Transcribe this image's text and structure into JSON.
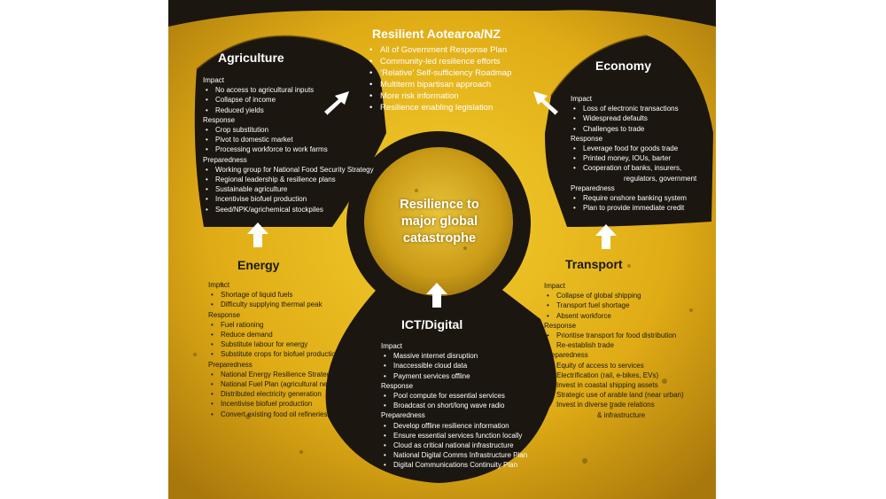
{
  "colors": {
    "yellow": "#e6b41a",
    "black": "#1b1610",
    "white": "#ffffff"
  },
  "center": {
    "lines": [
      "Resilience to",
      "major global",
      "catastrophe"
    ]
  },
  "nz": {
    "title": "Resilient Aotearoa/NZ",
    "items": [
      "All of Government Response Plan",
      "Community-led resilience efforts",
      "‘Relative’ Self-sufficiency Roadmap",
      "Multiterm bipartisan approach",
      "More risk information",
      "Resilience enabling legislation"
    ]
  },
  "agriculture": {
    "title": "Agriculture",
    "impact_h": "Impact",
    "impact": [
      "No access to agricultural inputs",
      "Collapse of income",
      "Reduced yields"
    ],
    "response_h": "Response",
    "response": [
      "Crop substitution",
      "Pivot to domestic market",
      "Processing workforce to work farms"
    ],
    "prep_h": "Preparedness",
    "prep": [
      "Working group for National Food Security Strategy",
      "Regional leadership & resilience plans",
      "Sustainable agriculture",
      "Incentivise biofuel production",
      "Seed/NPK/agrichemical stockpiles"
    ]
  },
  "economy": {
    "title": "Economy",
    "impact_h": "Impact",
    "impact": [
      "Loss of electronic transactions",
      "Widespread defaults",
      "Challenges to trade"
    ],
    "response_h": "Response",
    "response": [
      "Leverage food for goods trade",
      "Printed money, IOUs, barter",
      "Cooperation of banks, insurers,"
    ],
    "response_cont": "regulators, government",
    "prep_h": "Preparedness",
    "prep": [
      "Require onshore banking system",
      "Plan to provide immediate credit"
    ]
  },
  "energy": {
    "title": "Energy",
    "impact_h": "Impact",
    "impact": [
      "Shortage of liquid fuels",
      "Difficulty supplying thermal peak"
    ],
    "response_h": "Response",
    "response": [
      "Fuel rationing",
      "Reduce demand",
      "Substitute labour for energy",
      "Substitute crops for biofuel production"
    ],
    "prep_h": "Preparedness",
    "prep": [
      "National Energy Resilience Strategy",
      "National Fuel Plan (agricultural needs)",
      "Distributed electricity generation",
      "Incentivise biofuel production",
      "Convert existing food oil refineries"
    ]
  },
  "transport": {
    "title": "Transport",
    "impact_h": "Impact",
    "impact": [
      "Collapse of global shipping",
      "Transport fuel shortage",
      "Absent workforce"
    ],
    "response_h": "Response",
    "response": [
      "Prioritise transport for food distribution",
      "Re-establish trade"
    ],
    "prep_h": "Preparedness",
    "prep": [
      "Equity of access to services",
      "Electrification (rail, e-bikes, EVs)",
      "Invest in coastal shipping assets",
      "Strategic use of arable land (near urban)",
      "Invest in diverse trade relations"
    ],
    "prep_cont": "& infrastructure"
  },
  "ict": {
    "title": "ICT/Digital",
    "impact_h": "Impact",
    "impact": [
      "Massive internet disruption",
      "Inaccessible cloud data",
      "Payment services offline"
    ],
    "response_h": "Response",
    "response": [
      "Pool compute for essential services",
      "Broadcast on short/long wave radio"
    ],
    "prep_h": "Preparedness",
    "prep": [
      "Develop offline resilience information",
      "Ensure essential services function locally",
      "Cloud as critical national infrastructure",
      "National Digital Comms Infrastructure Plan",
      "Digital Communications Continuity Plan"
    ]
  }
}
